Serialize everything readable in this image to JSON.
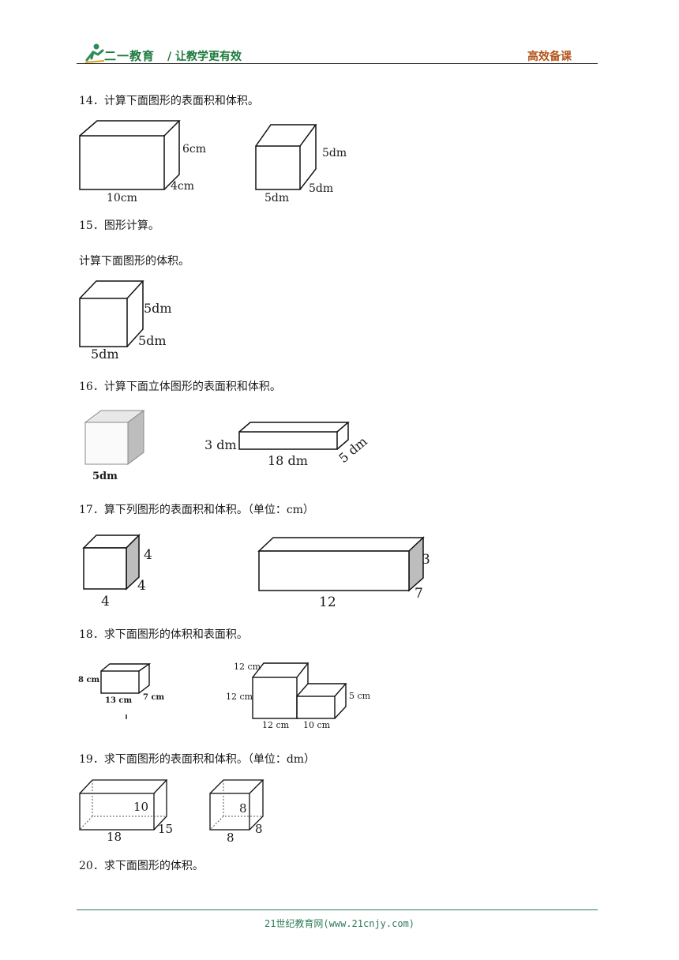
{
  "header": {
    "brand": "二一教育",
    "slogan": "/ 让教学更有效",
    "tag": "高效备课"
  },
  "footer": {
    "text": "21世纪教育网(www.21cnjy.com)"
  },
  "questions": {
    "q14": {
      "title": "14．计算下面图形的表面积和体积。",
      "fig1": {
        "h": "6cm",
        "l": "10cm",
        "w": "4cm"
      },
      "fig2": {
        "h": "5dm",
        "l": "5dm",
        "w": "5dm"
      }
    },
    "q15": {
      "title": "15．图形计算。",
      "sub": "计算下面图形的体积。",
      "fig1": {
        "h": "5dm",
        "l": "5dm",
        "w": "5dm"
      }
    },
    "q16": {
      "title": "16．计算下面立体图形的表面积和体积。",
      "fig1": {
        "edge": "5dm"
      },
      "fig2": {
        "h": "3 dm",
        "l": "18 dm",
        "w": "5 dm"
      }
    },
    "q17": {
      "title": "17．算下列图形的表面积和体积。（单位：cm）",
      "fig1": {
        "h": "4",
        "l": "4",
        "w": "4"
      },
      "fig2": {
        "h": "3",
        "l": "12",
        "w": "7"
      }
    },
    "q18": {
      "title": "18．求下面图形的体积和表面积。",
      "fig1": {
        "h": "8 cm",
        "l": "13 cm",
        "w": "7 cm"
      },
      "fig2": {
        "top": "12 cm",
        "left": "12 cm",
        "right": "5 cm",
        "b1": "12 cm",
        "b2": "10 cm"
      }
    },
    "q19": {
      "title": "19．求下面图形的表面积和体积。（单位：dm）",
      "fig1": {
        "h": "10",
        "l": "18",
        "w": "15"
      },
      "fig2": {
        "h": "8",
        "l": "8",
        "w": "8"
      }
    },
    "q20": {
      "title": "20．求下面图形的体积。"
    }
  }
}
